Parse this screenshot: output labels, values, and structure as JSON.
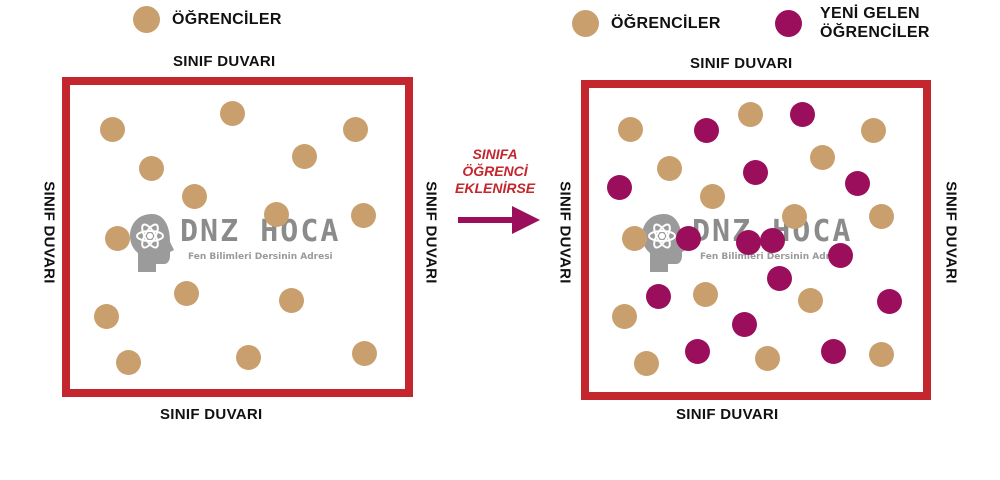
{
  "colors": {
    "wall": "#c4262e",
    "existing_student": "#c9a06d",
    "new_student": "#9a0e5c",
    "arrow": "#9a0e5c",
    "arrow_text": "#c4262e"
  },
  "left_panel": {
    "legend_label": "ÖĞRENCİLER",
    "wall_top": "SINIF DUVARI",
    "wall_bottom": "SINIF DUVARI",
    "wall_left": "SINIF DUVARI",
    "wall_right": "SINIF DUVARI",
    "existing_students": 15
  },
  "arrow": {
    "line1": "SINIFA",
    "line2": "ÖĞRENCİ",
    "line3": "EKLENİRSE"
  },
  "right_panel": {
    "legend_label_existing": "ÖĞRENCİLER",
    "legend_label_new_line1": "YENİ GELEN",
    "legend_label_new_line2": "ÖĞRENCİLER",
    "wall_top": "SINIF DUVARI",
    "wall_bottom": "SINIF DUVARI",
    "wall_left": "SINIF DUVARI",
    "wall_right": "SINIF DUVARI",
    "existing_students": 15,
    "new_students": 15
  },
  "watermark": {
    "title": "DNZ HOCA",
    "subtitle": "Fen Bilimleri Dersinin Adresi",
    "icon": "brain-atom-icon"
  }
}
